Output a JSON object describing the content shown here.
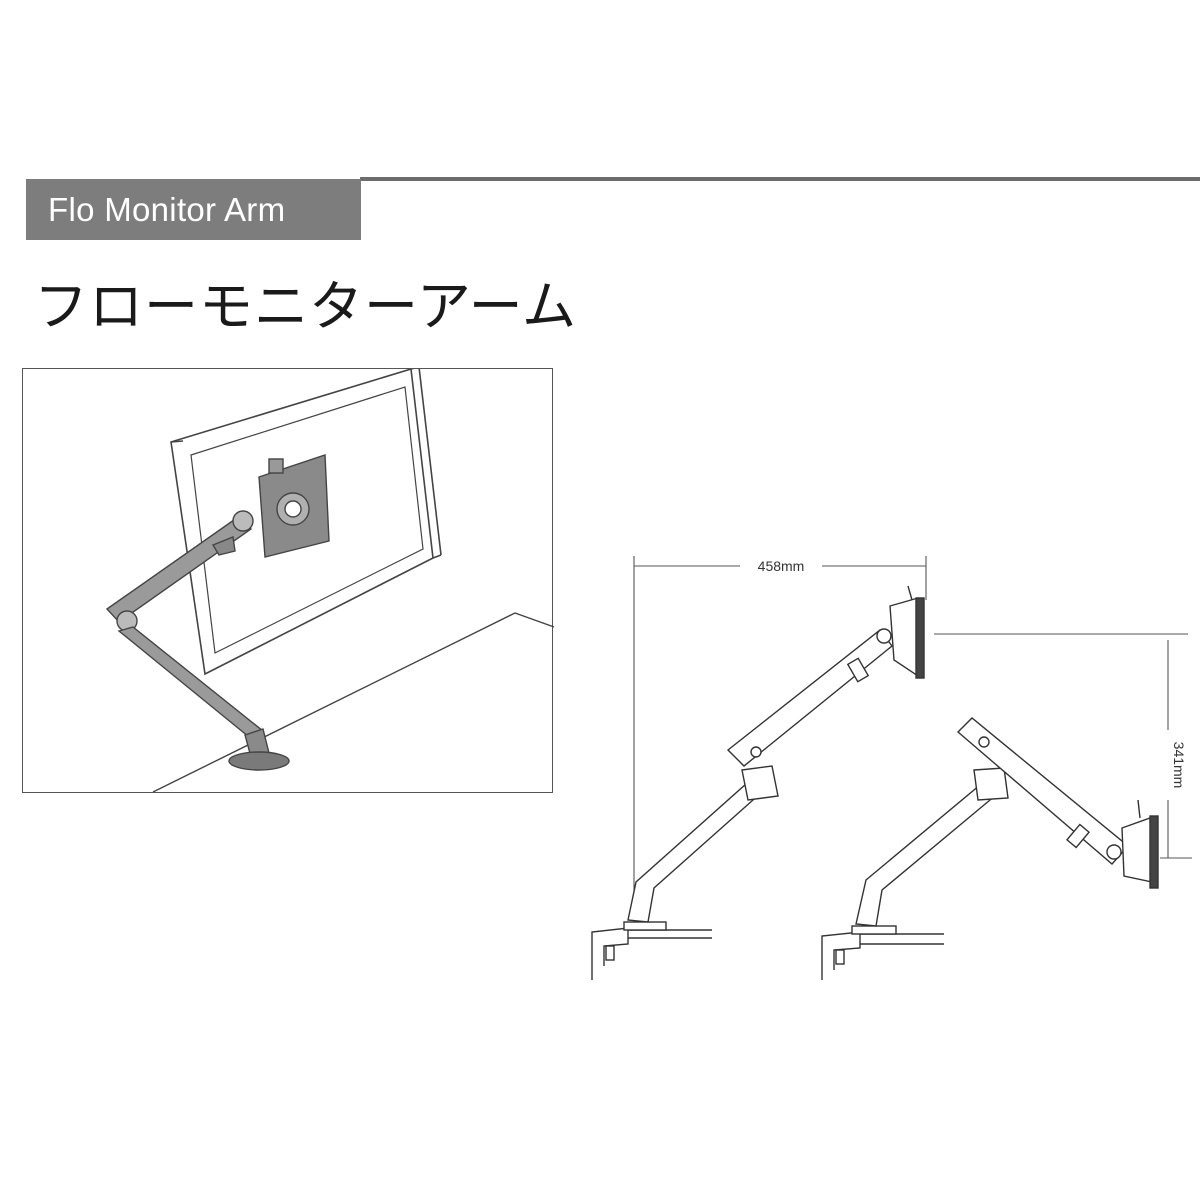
{
  "header": {
    "title_en": "Flo Monitor Arm",
    "title_jp": "フローモニターアーム"
  },
  "dimensions": {
    "width_label": "458mm",
    "height_label": "341mm"
  },
  "colors": {
    "tab_background": "#7d7d7d",
    "rule": "#6c6c6c",
    "line": "#333333"
  }
}
